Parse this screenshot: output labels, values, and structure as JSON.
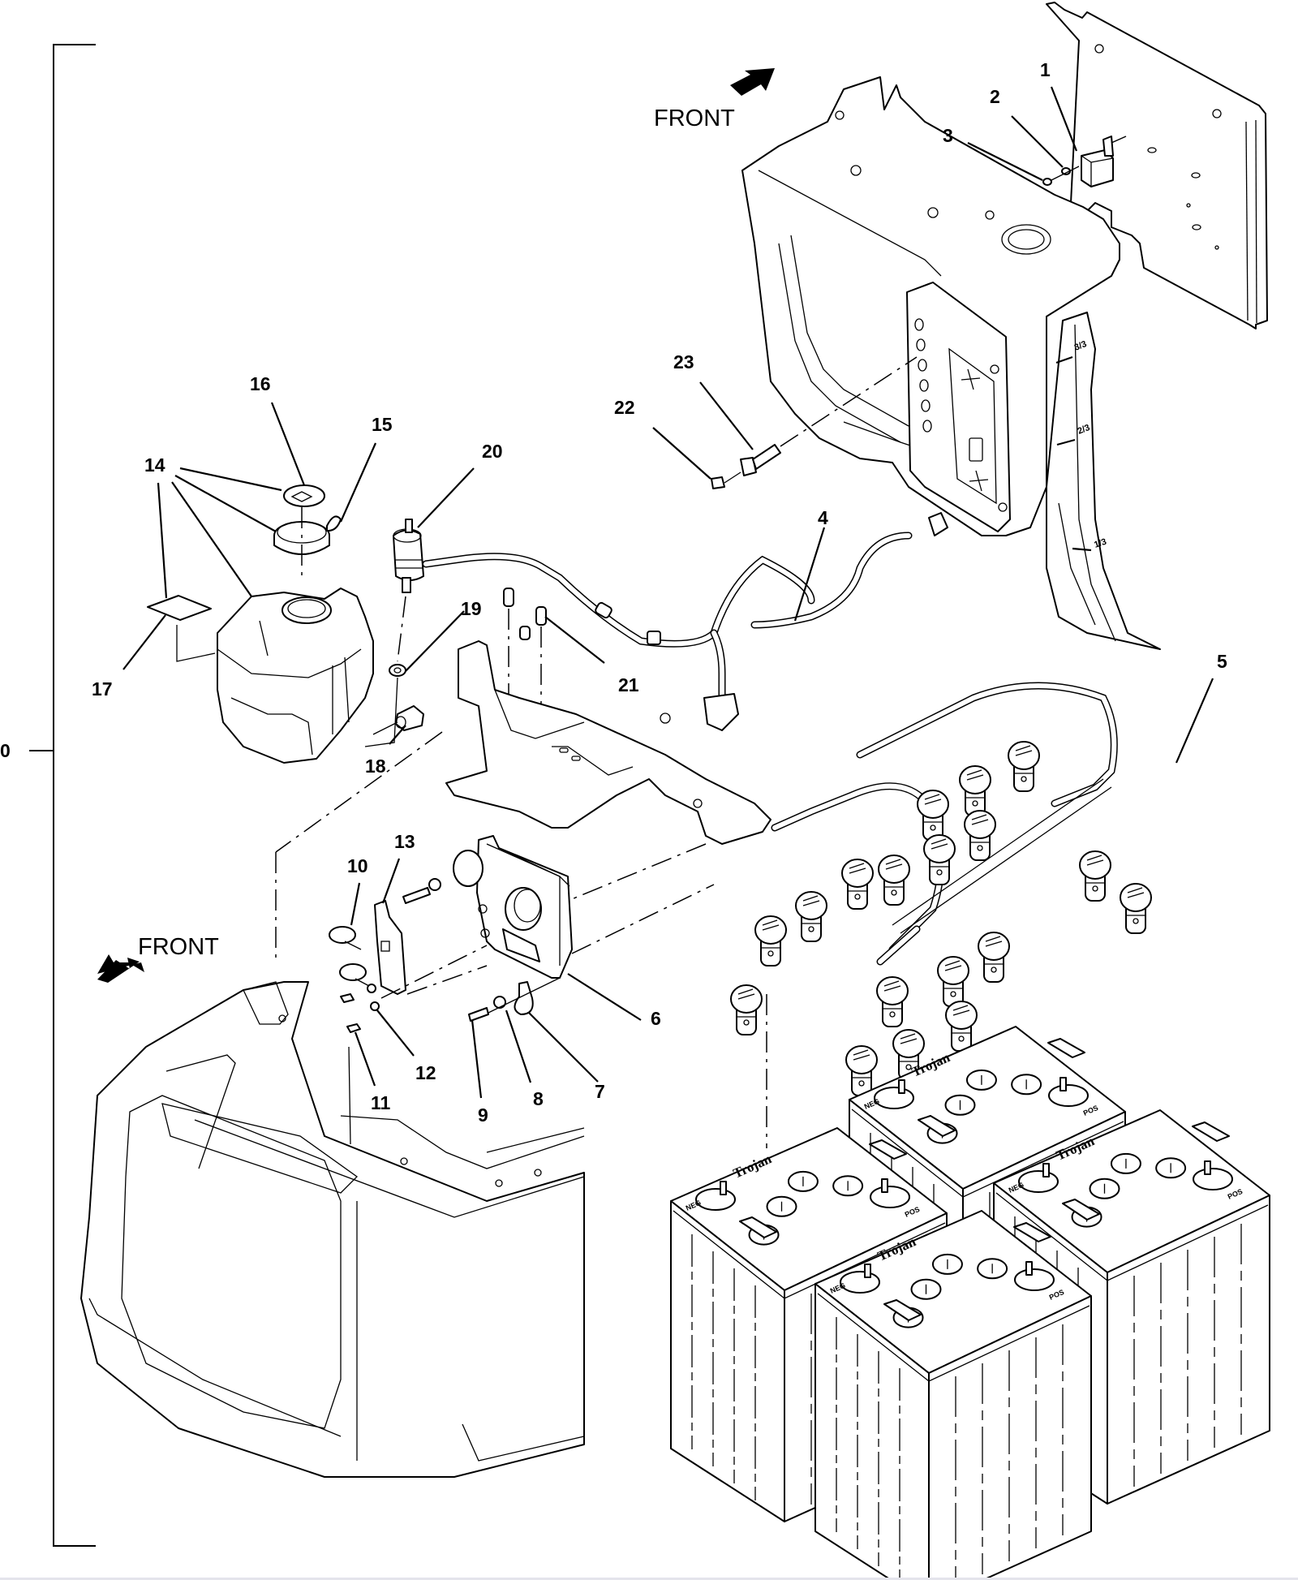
{
  "diagram": {
    "title": "Exploded parts view - battery watering system and electrical components",
    "assembly_callout": "0",
    "direction_labels": [
      {
        "id": "front-top",
        "text": "FRONT"
      },
      {
        "id": "front-bottom",
        "text": "FRONT"
      }
    ],
    "callouts": [
      {
        "id": "1",
        "text": "1"
      },
      {
        "id": "2",
        "text": "2"
      },
      {
        "id": "3",
        "text": "3"
      },
      {
        "id": "4",
        "text": "4"
      },
      {
        "id": "5",
        "text": "5"
      },
      {
        "id": "6",
        "text": "6"
      },
      {
        "id": "7",
        "text": "7"
      },
      {
        "id": "8",
        "text": "8"
      },
      {
        "id": "9",
        "text": "9"
      },
      {
        "id": "10",
        "text": "10"
      },
      {
        "id": "11",
        "text": "11"
      },
      {
        "id": "12",
        "text": "12"
      },
      {
        "id": "13",
        "text": "13"
      },
      {
        "id": "14",
        "text": "14"
      },
      {
        "id": "15",
        "text": "15"
      },
      {
        "id": "16",
        "text": "16"
      },
      {
        "id": "17",
        "text": "17"
      },
      {
        "id": "18",
        "text": "18"
      },
      {
        "id": "19",
        "text": "19"
      },
      {
        "id": "20",
        "text": "20"
      },
      {
        "id": "21",
        "text": "21"
      },
      {
        "id": "22",
        "text": "22"
      },
      {
        "id": "23",
        "text": "23"
      }
    ],
    "gauge_marks": [
      "3/3",
      "2/3",
      "1/3"
    ],
    "battery": {
      "brand": "Trojan",
      "negative_label": "NEG",
      "positive_label": "POS",
      "count": 4
    },
    "watering_valves_count": 18,
    "colors": {
      "ink": "#000000",
      "paper": "#ffffff"
    }
  }
}
